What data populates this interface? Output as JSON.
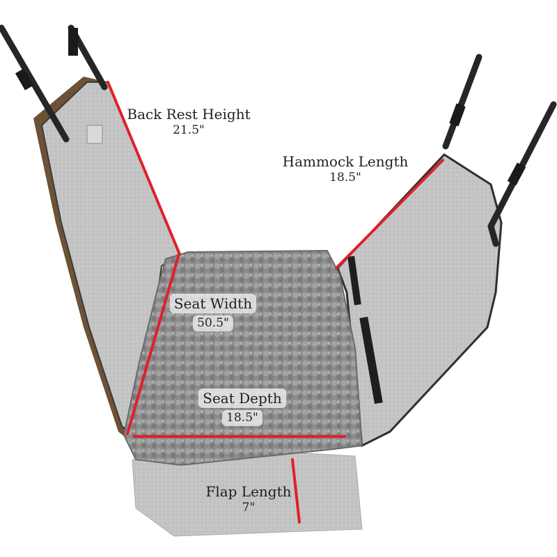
{
  "colors": {
    "background": "#ffffff",
    "fabric": "#c7c7c7",
    "fabric_dark": "#9e9e9e",
    "mat": "#8f8f8f",
    "strap": "#2a2a2a",
    "measure_line": "#e0202a",
    "edge_trim": "#7a5a3a"
  },
  "labels": {
    "back_rest": {
      "title": "Back Rest Height",
      "value": "21.5\""
    },
    "hammock": {
      "title": "Hammock Length",
      "value": "18.5\""
    },
    "seat_width": {
      "title": "Seat Width",
      "value": "50.5\""
    },
    "seat_depth": {
      "title": "Seat Depth",
      "value": "18.5\""
    },
    "flap": {
      "title": "Flap Length",
      "value": "7\""
    }
  }
}
